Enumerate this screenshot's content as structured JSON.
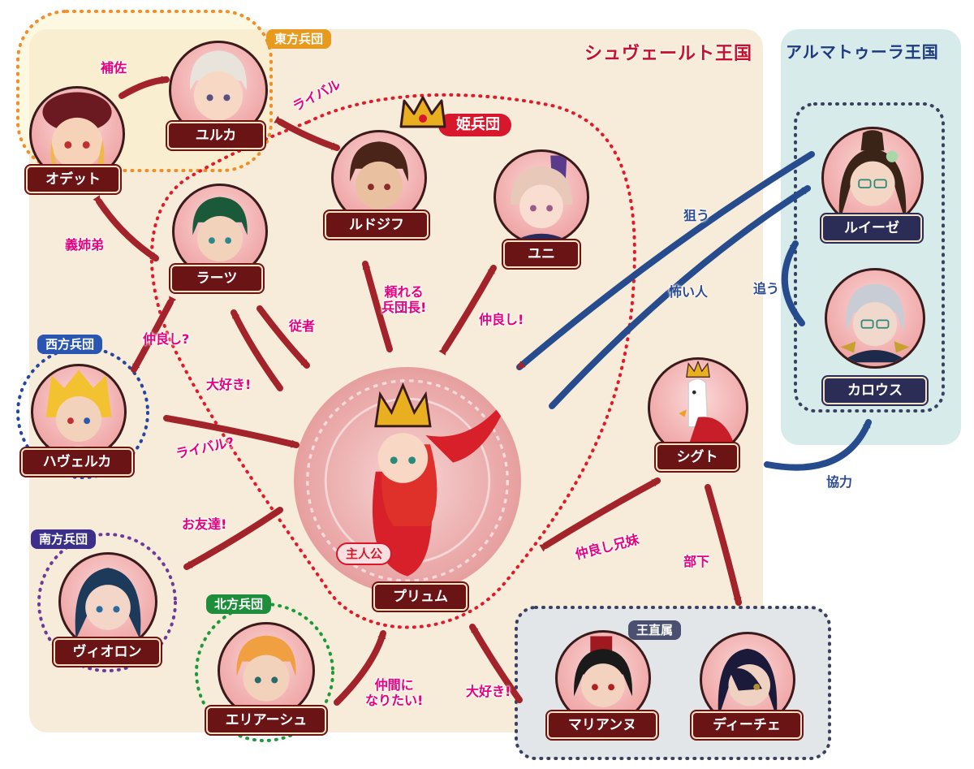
{
  "regions": {
    "shuvelt": "シュヴェールト王国",
    "almatura": "アルマトゥーラ王国"
  },
  "groups": {
    "east": "東方兵団",
    "princess": "姫兵団",
    "west": "西方兵団",
    "south": "南方兵団",
    "north": "北方兵団",
    "royal": "王直属"
  },
  "characters": {
    "odette": "オデット",
    "yuruka": "ユルカ",
    "ludjif": "ルドジフ",
    "yuni": "ユニ",
    "rats": "ラーツ",
    "havelka": "ハヴェルカ",
    "violon": "ヴィオロン",
    "eliasch": "エリアーシュ",
    "prium": "プリュム",
    "sigt": "シグト",
    "marianne": "マリアンヌ",
    "diche": "ディーチェ",
    "louise": "ルイーゼ",
    "karous": "カロウス"
  },
  "protagonist_badge": "主人公",
  "relations": {
    "hosa": "補佐",
    "rival1": "ライバル",
    "gishitei": "義姉弟",
    "nakayoshi_q": "仲良し?",
    "daisuki1": "大好き!",
    "jusha": "従者",
    "tayoreru": "頼れる\n兵団長!",
    "nakayoshi": "仲良し!",
    "rival_q": "ライバル?",
    "otomodachi": "お友達!",
    "nakama": "仲間に\nなりたい!",
    "daisuki2": "大好き!",
    "nakayoshi_kyodai": "仲良し兄妹",
    "buka": "部下",
    "kyoryoku": "協力",
    "nerau": "狙う",
    "kowai": "怖い人",
    "ou": "追う"
  },
  "colors": {
    "shuvelt_bg": "#f7ecd9",
    "almatura_bg": "#d7ebea",
    "royal_bg": "#e3e6e8",
    "east_dots": "#f08e28",
    "princess_dots": "#e01a2a",
    "west_dots": "#2645a0",
    "south_dots": "#6b3a9a",
    "north_dots": "#1e9a3a",
    "royal_dots": "#3a4060",
    "arrow_red": "#a3232a",
    "arrow_blue": "#264c8e",
    "relation_text": "#e6007e"
  }
}
